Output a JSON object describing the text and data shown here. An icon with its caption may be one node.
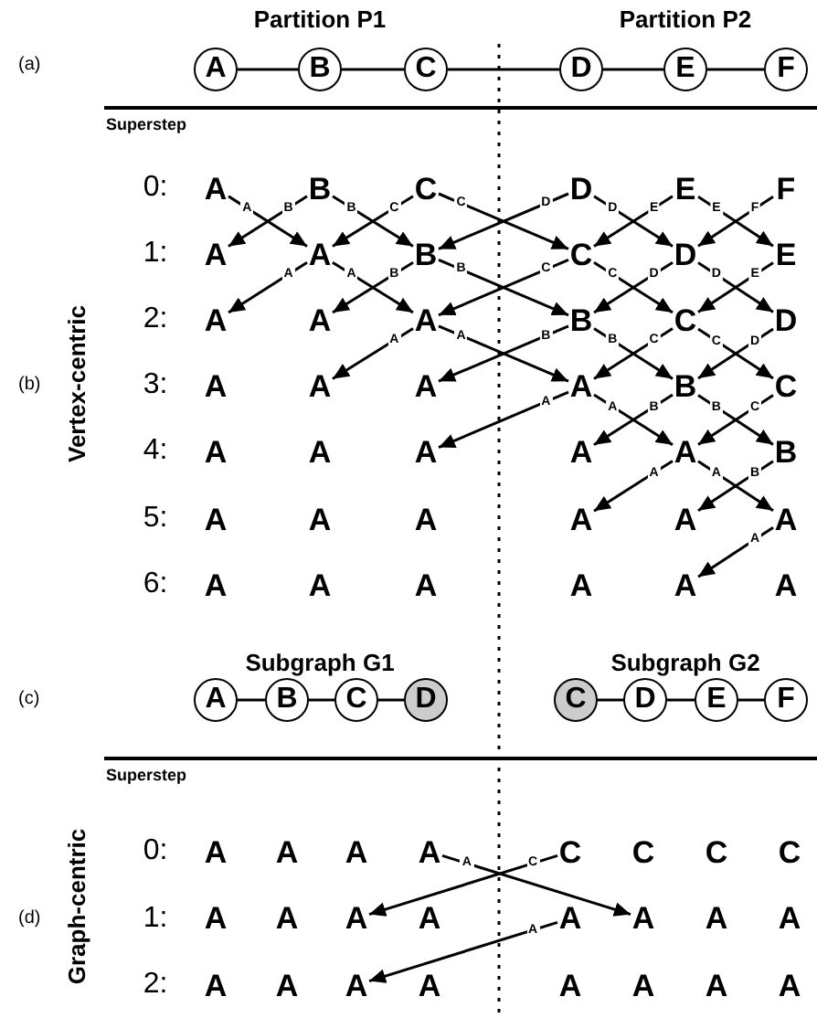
{
  "diagram": {
    "nodes": [
      {
        "text": [
          "A"
        ]
      },
      {
        "text": [
          "B"
        ]
      },
      {
        "text": [
          "C"
        ]
      },
      {
        "text": [
          "D"
        ]
      },
      {
        "text": [
          "E"
        ]
      },
      {
        "text": [
          "F"
        ]
      },
      {
        "text": [
          "A"
        ]
      },
      {
        "text": [
          "B"
        ]
      },
      {
        "text": [
          "C"
        ]
      },
      {
        "text": [
          "D"
        ]
      },
      {
        "text": [
          "E"
        ]
      },
      {
        "text": [
          "F"
        ]
      },
      {
        "text": [
          "A"
        ]
      },
      {
        "text": [
          "A"
        ]
      },
      {
        "text": [
          "B"
        ]
      },
      {
        "text": [
          "C"
        ]
      },
      {
        "text": [
          "D"
        ]
      },
      {
        "text": [
          "E"
        ]
      },
      {
        "text": [
          "A"
        ]
      },
      {
        "text": [
          "A"
        ]
      },
      {
        "text": [
          "A"
        ]
      },
      {
        "text": [
          "B"
        ]
      },
      {
        "text": [
          "C"
        ]
      },
      {
        "text": [
          "D"
        ]
      },
      {
        "text": [
          "A"
        ]
      },
      {
        "text": [
          "A"
        ]
      },
      {
        "text": [
          "A"
        ]
      },
      {
        "text": [
          "A"
        ]
      },
      {
        "text": [
          "B"
        ]
      },
      {
        "text": [
          "C"
        ]
      },
      {
        "text": [
          "A"
        ]
      },
      {
        "text": [
          "A"
        ]
      },
      {
        "text": [
          "A"
        ]
      },
      {
        "text": [
          "A"
        ]
      },
      {
        "text": [
          "A"
        ]
      },
      {
        "text": [
          "B"
        ]
      },
      {
        "text": [
          "A"
        ]
      },
      {
        "text": [
          "A"
        ]
      },
      {
        "text": [
          "A"
        ]
      },
      {
        "text": [
          "A"
        ]
      },
      {
        "text": [
          "A"
        ]
      },
      {
        "text": [
          "A"
        ]
      },
      {
        "text": [
          "A"
        ]
      },
      {
        "text": [
          "A"
        ]
      },
      {
        "text": [
          "A"
        ]
      },
      {
        "text": [
          "A"
        ]
      },
      {
        "text": [
          "A"
        ]
      },
      {
        "text": [
          "A"
        ]
      },
      {
        "text": [
          "A"
        ]
      },
      {
        "text": [
          "B"
        ]
      },
      {
        "text": [
          "C"
        ]
      },
      {
        "text": [
          "D"
        ]
      },
      {
        "text": [
          "C"
        ]
      },
      {
        "text": [
          "D"
        ]
      },
      {
        "text": [
          "E"
        ]
      },
      {
        "text": [
          "F"
        ]
      },
      {
        "text": [
          "A"
        ]
      },
      {
        "text": [
          "A"
        ]
      },
      {
        "text": [
          "A"
        ]
      },
      {
        "text": [
          "A"
        ]
      },
      {
        "text": [
          "C"
        ]
      },
      {
        "text": [
          "C"
        ]
      },
      {
        "text": [
          "C"
        ]
      },
      {
        "text": [
          "C"
        ]
      },
      {
        "text": [
          "A"
        ]
      },
      {
        "text": [
          "A"
        ]
      },
      {
        "text": [
          "A"
        ]
      },
      {
        "text": [
          "A"
        ]
      },
      {
        "text": [
          "A"
        ]
      },
      {
        "text": [
          "A"
        ]
      },
      {
        "text": [
          "A"
        ]
      },
      {
        "text": [
          "A"
        ]
      },
      {
        "text": [
          "A"
        ]
      },
      {
        "text": [
          "A"
        ]
      },
      {
        "text": [
          "A"
        ]
      },
      {
        "text": [
          "A"
        ]
      },
      {
        "text": [
          "A"
        ]
      },
      {
        "text": [
          "A"
        ]
      },
      {
        "text": [
          "A"
        ]
      },
      {
        "text": [
          "A"
        ]
      }
    ],
    "edges": [
      {
        "from": 0,
        "to": 1,
        "arrow": "none"
      },
      {
        "from": 1,
        "to": 2,
        "arrow": "none"
      },
      {
        "from": 2,
        "to": 3,
        "arrow": "none"
      },
      {
        "from": 3,
        "to": 4,
        "arrow": "none"
      },
      {
        "from": 4,
        "to": 5,
        "arrow": "none"
      },
      {
        "from": 6,
        "to": 13,
        "arrow": "to",
        "label": "A"
      },
      {
        "from": 7,
        "to": 12,
        "arrow": "to",
        "label": "B"
      },
      {
        "from": 7,
        "to": 14,
        "arrow": "to",
        "label": "B"
      },
      {
        "from": 8,
        "to": 13,
        "arrow": "to",
        "label": "C"
      },
      {
        "from": 8,
        "to": 15,
        "arrow": "to",
        "label": "C"
      },
      {
        "from": 9,
        "to": 14,
        "arrow": "to",
        "label": "D"
      },
      {
        "from": 9,
        "to": 16,
        "arrow": "to",
        "label": "D"
      },
      {
        "from": 10,
        "to": 15,
        "arrow": "to",
        "label": "E"
      },
      {
        "from": 10,
        "to": 17,
        "arrow": "to",
        "label": "E"
      },
      {
        "from": 11,
        "to": 16,
        "arrow": "to",
        "label": "F"
      },
      {
        "from": 13,
        "to": 18,
        "arrow": "to",
        "label": "A"
      },
      {
        "from": 13,
        "to": 20,
        "arrow": "to",
        "label": "A"
      },
      {
        "from": 14,
        "to": 19,
        "arrow": "to",
        "label": "B"
      },
      {
        "from": 14,
        "to": 21,
        "arrow": "to",
        "label": "B"
      },
      {
        "from": 15,
        "to": 20,
        "arrow": "to",
        "label": "C"
      },
      {
        "from": 15,
        "to": 22,
        "arrow": "to",
        "label": "C"
      },
      {
        "from": 16,
        "to": 21,
        "arrow": "to",
        "label": "D"
      },
      {
        "from": 16,
        "to": 23,
        "arrow": "to",
        "label": "D"
      },
      {
        "from": 17,
        "to": 22,
        "arrow": "to",
        "label": "E"
      },
      {
        "from": 20,
        "to": 25,
        "arrow": "to",
        "label": "A"
      },
      {
        "from": 20,
        "to": 27,
        "arrow": "to",
        "label": "A"
      },
      {
        "from": 21,
        "to": 26,
        "arrow": "to",
        "label": "B"
      },
      {
        "from": 21,
        "to": 28,
        "arrow": "to",
        "label": "B"
      },
      {
        "from": 22,
        "to": 27,
        "arrow": "to",
        "label": "C"
      },
      {
        "from": 22,
        "to": 29,
        "arrow": "to",
        "label": "C"
      },
      {
        "from": 23,
        "to": 28,
        "arrow": "to",
        "label": "D"
      },
      {
        "from": 27,
        "to": 32,
        "arrow": "to",
        "label": "A"
      },
      {
        "from": 27,
        "to": 34,
        "arrow": "to",
        "label": "A"
      },
      {
        "from": 28,
        "to": 33,
        "arrow": "to",
        "label": "B"
      },
      {
        "from": 28,
        "to": 35,
        "arrow": "to",
        "label": "B"
      },
      {
        "from": 29,
        "to": 34,
        "arrow": "to",
        "label": "C"
      },
      {
        "from": 34,
        "to": 39,
        "arrow": "to",
        "label": "A"
      },
      {
        "from": 34,
        "to": 41,
        "arrow": "to",
        "label": "A"
      },
      {
        "from": 35,
        "to": 40,
        "arrow": "to",
        "label": "B"
      },
      {
        "from": 41,
        "to": 46,
        "arrow": "to",
        "label": "A"
      },
      {
        "from": 48,
        "to": 49,
        "arrow": "none"
      },
      {
        "from": 49,
        "to": 50,
        "arrow": "none"
      },
      {
        "from": 50,
        "to": 51,
        "arrow": "none"
      },
      {
        "from": 52,
        "to": 53,
        "arrow": "none"
      },
      {
        "from": 53,
        "to": 54,
        "arrow": "none"
      },
      {
        "from": 54,
        "to": 55,
        "arrow": "none"
      },
      {
        "from": 59,
        "to": 69,
        "arrow": "to",
        "label": "A"
      },
      {
        "from": 60,
        "to": 66,
        "arrow": "to",
        "label": "C"
      },
      {
        "from": 68,
        "to": 74,
        "arrow": "to",
        "label": "A"
      }
    ],
    "labels": [
      "Partition P1",
      "Partition P2",
      "(a)",
      "Superstep",
      "0:",
      "1:",
      "2:",
      "3:",
      "4:",
      "5:",
      "6:",
      "(b)",
      "Vertex-centric",
      "Subgraph G1",
      "Subgraph G2",
      "(c)",
      "Superstep",
      "0:",
      "1:",
      "2:",
      "(d)",
      "Graph-centric"
    ]
  }
}
